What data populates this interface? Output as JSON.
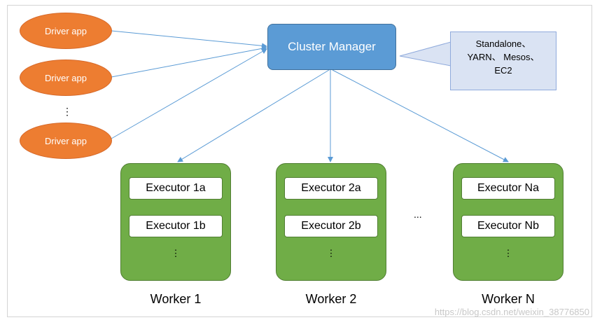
{
  "drivers": [
    "Driver app",
    "Driver app",
    "Driver app"
  ],
  "driver_ellipsis": "⋮",
  "cluster_manager": "Cluster Manager",
  "callout_lines": [
    "Standalone、",
    "YARN、 Mesos、",
    "EC2"
  ],
  "workers": [
    {
      "label": "Worker 1",
      "executors": [
        "Executor 1a",
        "Executor 1b"
      ],
      "more": "⋮"
    },
    {
      "label": "Worker 2",
      "executors": [
        "Executor 2a",
        "Executor 2b"
      ],
      "more": "⋮"
    },
    {
      "label": "Worker N",
      "executors": [
        "Executor Na",
        "Executor Nb"
      ],
      "more": "⋮"
    }
  ],
  "worker_ellipsis": "...",
  "watermark": "https://blog.csdn.net/weixin_38776850",
  "colors": {
    "driver": "#ed7d31",
    "cluster_manager": "#5b9bd5",
    "callout": "#dae3f3",
    "worker": "#70ad47",
    "arrow": "#5b9bd5"
  }
}
